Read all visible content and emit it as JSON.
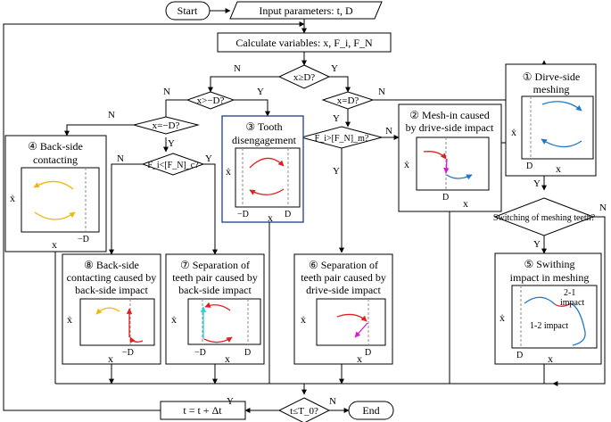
{
  "flow": {
    "start": "Start",
    "input": "Input parameters: t, D",
    "calc": "Calculate variables: x, F_i, F_N",
    "d1": "x≥D?",
    "d2": "x>−D?",
    "d3": "x=D?",
    "d4": "x=−D?",
    "d5": "F_i>[F_N]_m?",
    "d6": "F_i<[F_N]_c?",
    "d7": "Switching of meshing teeth?",
    "d8": "t≤T_0?",
    "update": "t = t + Δt",
    "end": "End"
  },
  "labels": {
    "yes": "Y",
    "no": "N"
  },
  "boxes": {
    "b1": {
      "title1": "① Dirve-side",
      "title2": "meshing"
    },
    "b2": {
      "title1": "② Mesh-in caused",
      "title2": "by drive-side impact"
    },
    "b3": {
      "title1": "③ Tooth",
      "title2": "disengagement"
    },
    "b4": {
      "title1": "④ Back-side",
      "title2": "contacting"
    },
    "b5": {
      "title1": "⑤ Swithing",
      "title2": "impact in meshing",
      "ann1": "2-1",
      "ann2": "impact",
      "ann3": "1-2 impact"
    },
    "b6": {
      "title1": "⑥ Separation of",
      "title2": "teeth pair caused by",
      "title3": "drive-side impact"
    },
    "b7": {
      "title1": "⑦ Separation of",
      "title2": "teeth pair caused by",
      "title3": "back-side impact"
    },
    "b8": {
      "title1": "⑧ Back-side",
      "title2": "contacting caused by",
      "title3": "back-side impact"
    }
  },
  "axes": {
    "ylabel": "ẋ",
    "xlabel": "x",
    "D": "D",
    "negD": "−D"
  },
  "colors": {
    "red": "#e0201e",
    "blue": "#1f78c8",
    "yellow": "#f2b705",
    "magenta": "#d21ed2",
    "cyan": "#22d3e0",
    "gray": "#8c8c8c",
    "navy": "#1f3c8c"
  }
}
